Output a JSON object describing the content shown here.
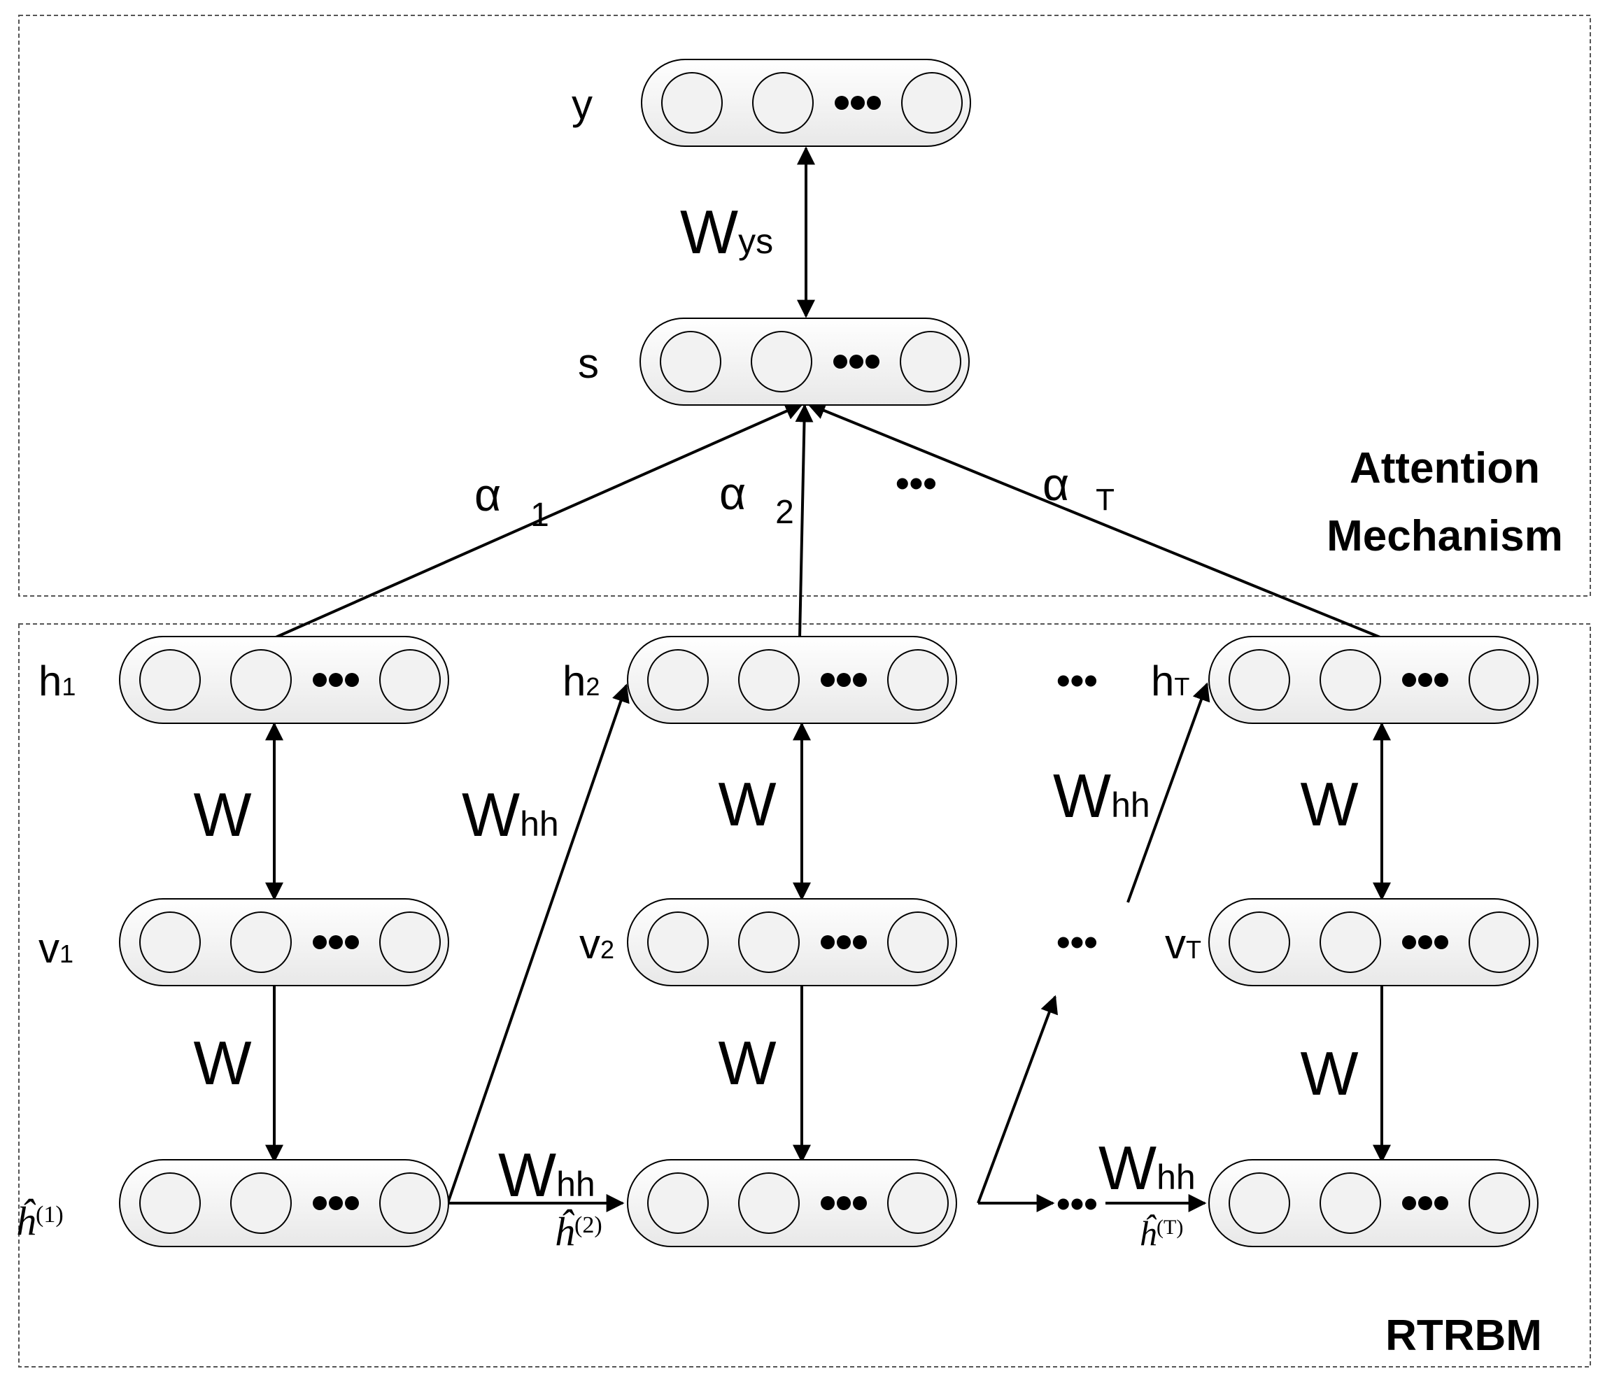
{
  "regions": {
    "attention": [
      "Attention",
      "Mechanism"
    ],
    "rtrbm": "RTRBM"
  },
  "ellipsis": "•••",
  "layers": {
    "y": {
      "label": "y",
      "sub": ""
    },
    "s": {
      "label": "s",
      "sub": ""
    },
    "h1": {
      "label": "h",
      "sub": "1"
    },
    "h2": {
      "label": "h",
      "sub": "2"
    },
    "hT": {
      "label": "h",
      "sub": "T"
    },
    "v1": {
      "label": "v",
      "sub": "1"
    },
    "v2": {
      "label": "v",
      "sub": "2"
    },
    "vT": {
      "label": "v",
      "sub": "T"
    },
    "hh1": {
      "label": "ĥ",
      "sup": "(1)"
    },
    "hh2": {
      "label": "ĥ",
      "sup": "(2)"
    },
    "hhT": {
      "label": "ĥ",
      "sup": "(T)"
    }
  },
  "weights": {
    "wys": {
      "main": "W",
      "sub": "ys"
    },
    "w": "W",
    "whh": {
      "main": "W",
      "sub": "hh"
    }
  },
  "attention_weights": [
    {
      "main": "α",
      "sub": "1"
    },
    {
      "main": "α",
      "sub": "2"
    },
    {
      "main": "α",
      "sub": "T"
    }
  ]
}
